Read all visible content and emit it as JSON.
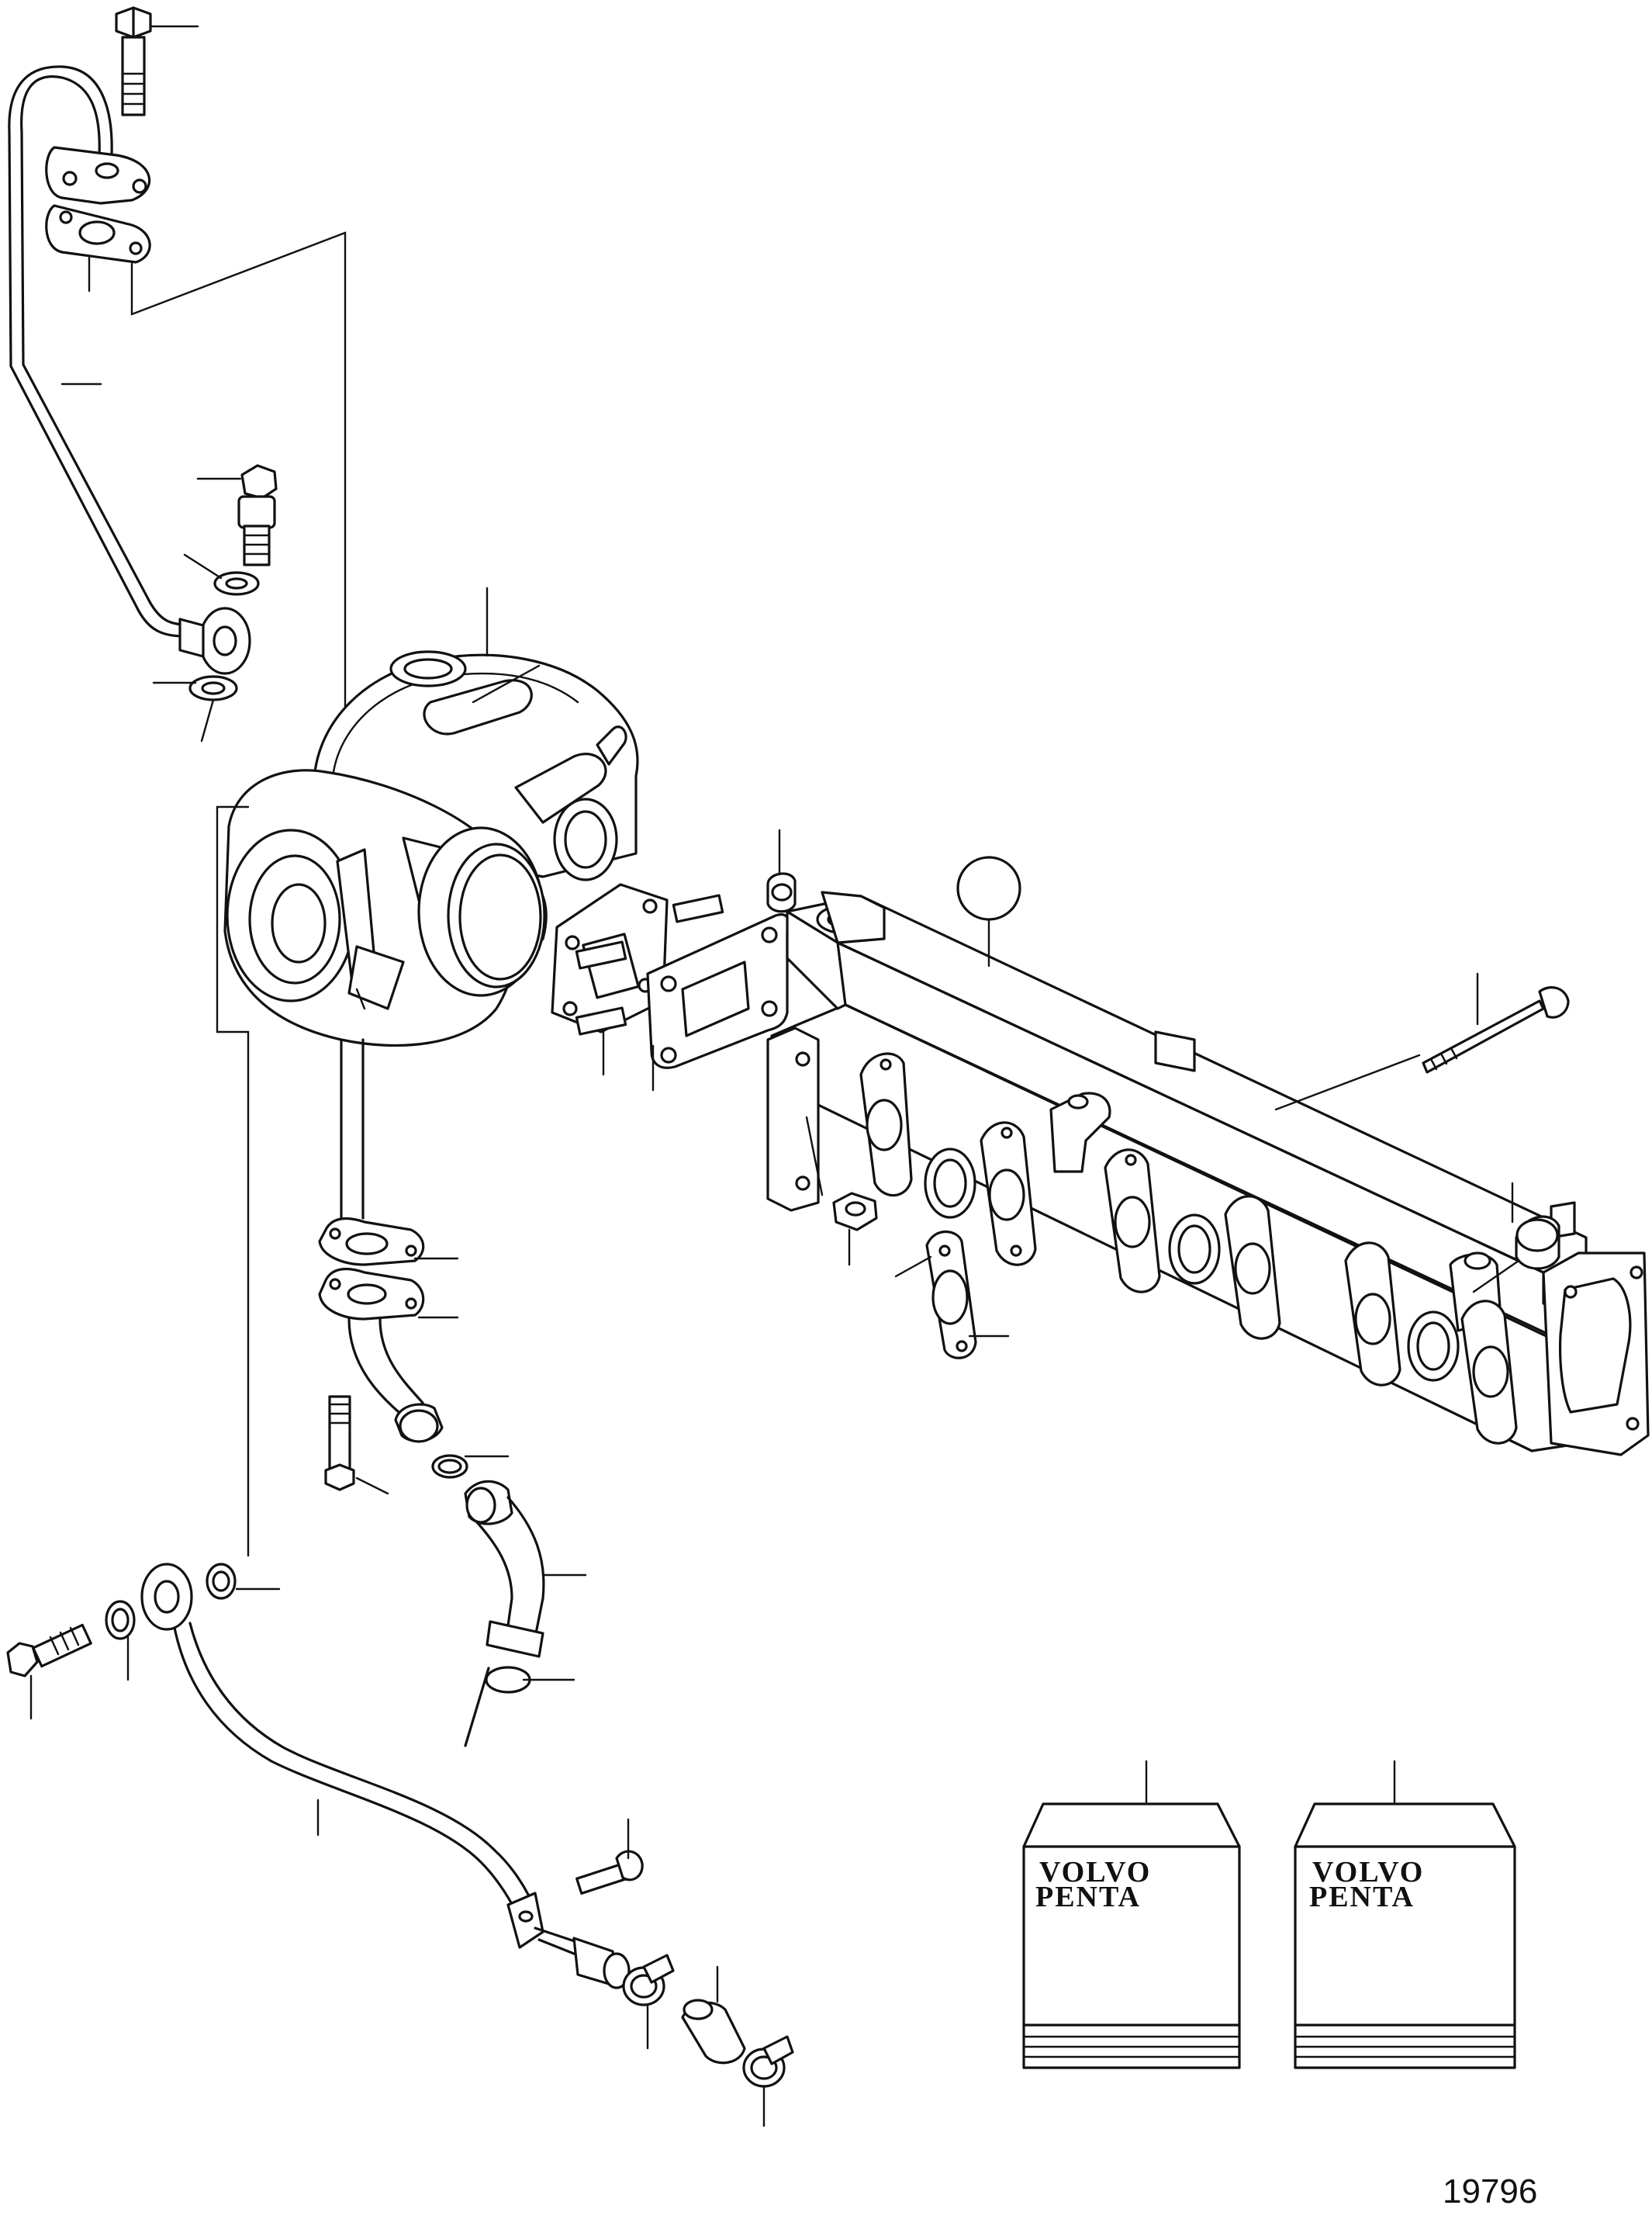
{
  "drawing": {
    "number": "19796"
  },
  "gasket_kits": [
    {
      "brand_line1": "VOLVO",
      "brand_line2": "PENTA"
    },
    {
      "brand_line1": "VOLVO",
      "brand_line2": "PENTA"
    }
  ],
  "colors": {
    "line": "#111111",
    "background": "#ffffff"
  }
}
